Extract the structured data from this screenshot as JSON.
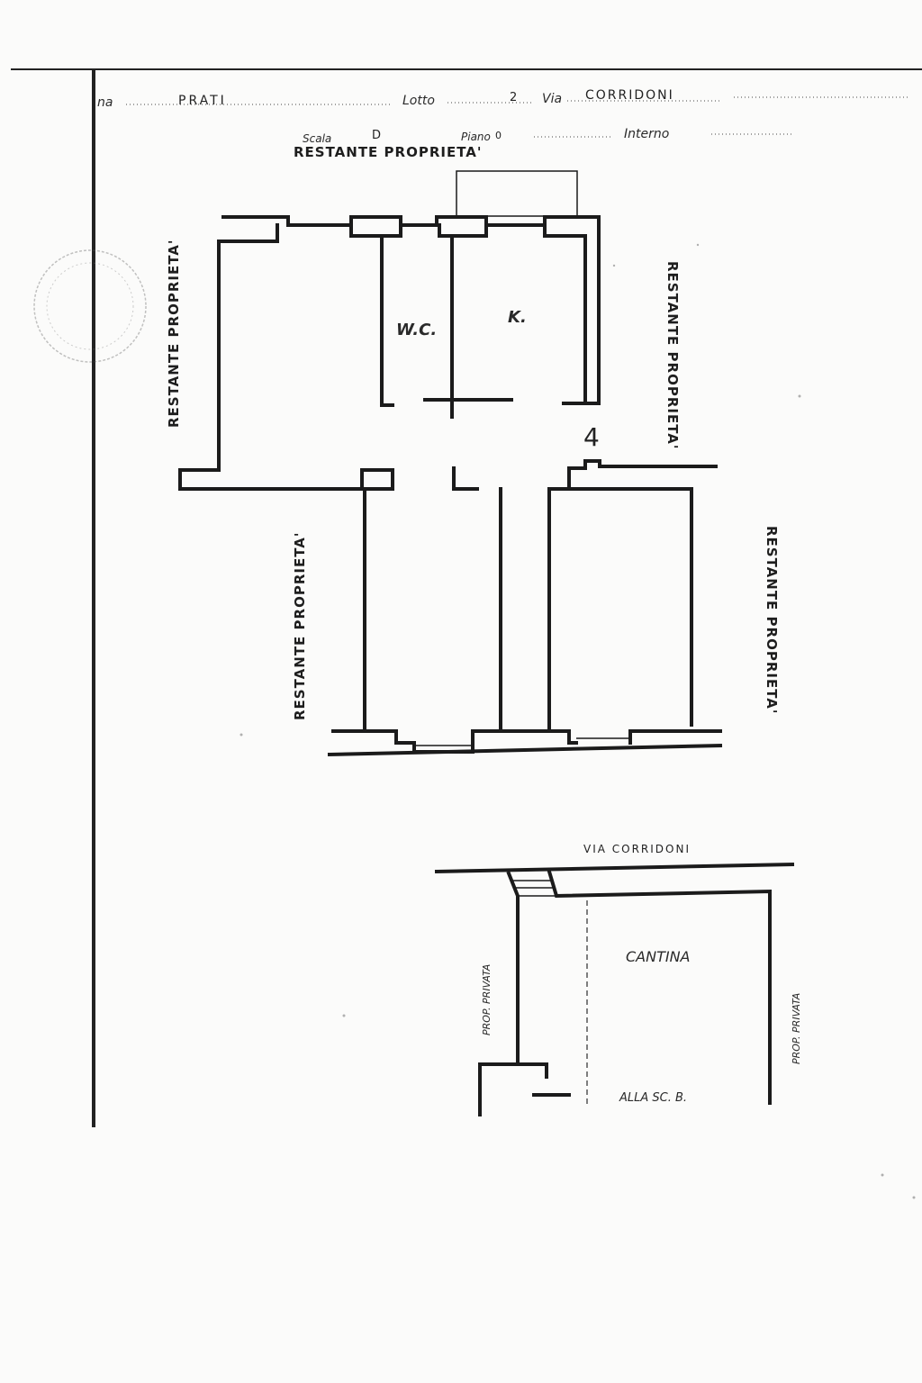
{
  "header": {
    "zona_label": "na",
    "zona_value": "PRATI",
    "lotto_label": "Lotto",
    "lotto_value": "2",
    "via_label": "Via",
    "via_value": "CORRIDONI",
    "scala_label": "Scala",
    "scala_value": "D",
    "piano_label": "Piano",
    "piano_value": "0",
    "interno_label": "Interno"
  },
  "plan_labels": {
    "top": "RESTANTE PROPRIETA'",
    "left_upper": "RESTANTE PROPRIETA'",
    "right_upper": "RESTANTE PROPRIETA'",
    "left_lower": "RESTANTE PROPRIETA'",
    "right_lower": "RESTANTE PROPRIETA'",
    "wc": "W.C.",
    "kitchen": "K.",
    "unit_number": "4"
  },
  "cellar": {
    "street": "VIA CORRIDONI",
    "room": "CANTINA",
    "left_neighbor": "PROP. PRIVATA",
    "right_neighbor": "PROP. PRIVATA",
    "stair_note": "ALLA SC. B."
  },
  "colors": {
    "ink": "#1b1b1b",
    "paper": "#fbfbfa"
  }
}
